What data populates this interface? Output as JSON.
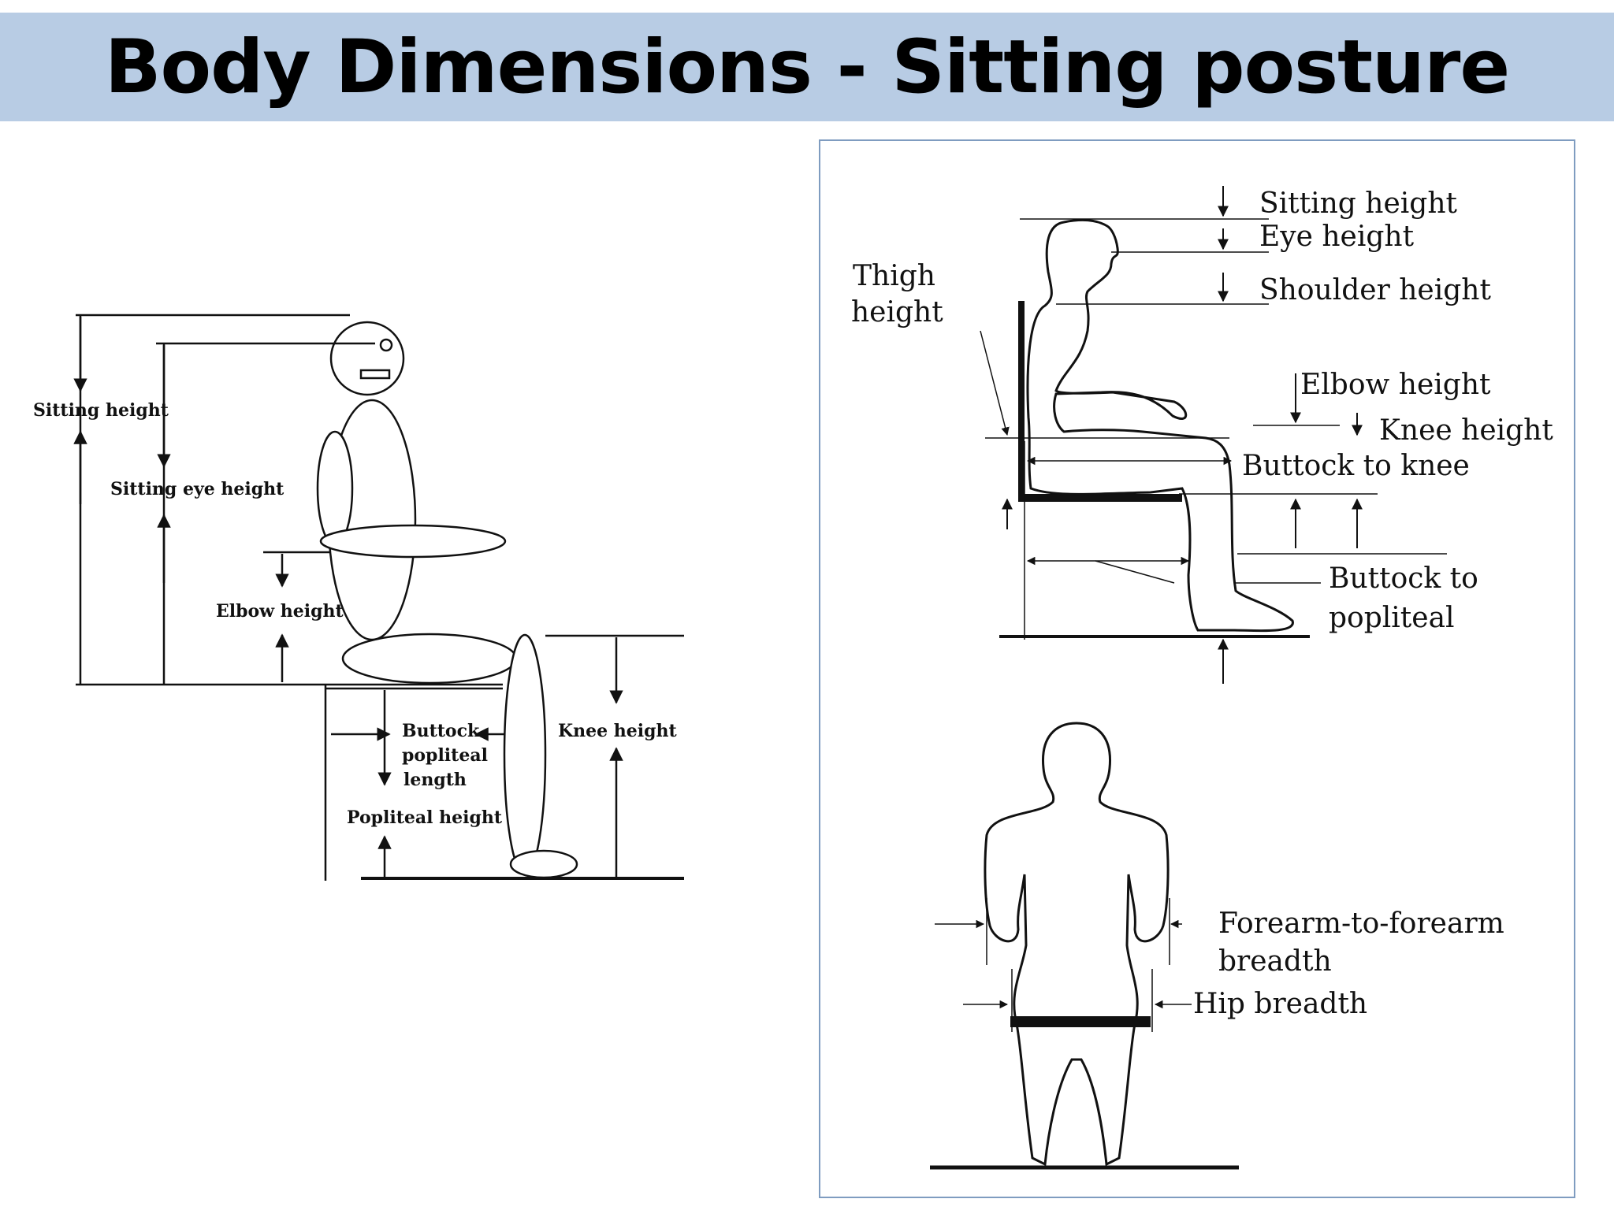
{
  "title": "Body Dimensions - Sitting posture",
  "left_diagram": {
    "labels": {
      "sitting_height": "Sitting height",
      "sitting_eye_height": "Sitting eye height",
      "elbow_height": "Elbow height",
      "buttock_line1": "Buttock",
      "buttock_line2": "popliteal",
      "buttock_line3": "length",
      "knee_height": "Knee height",
      "popliteal_height": "Popliteal height"
    }
  },
  "right_diagram": {
    "labels": {
      "sitting_height": "Sitting height",
      "eye_height": "Eye height",
      "shoulder_height": "Shoulder height",
      "thigh_line1": "Thigh",
      "thigh_line2": "height",
      "elbow_height": "Elbow height",
      "knee_height": "Knee height",
      "buttock_to_knee": "Buttock to knee",
      "buttock_to_line1": "Buttock to",
      "buttock_to_line2": "popliteal",
      "forearm_line1": "Forearm-to-forearm",
      "forearm_line2": "breadth",
      "hip_breadth": "Hip breadth"
    }
  }
}
